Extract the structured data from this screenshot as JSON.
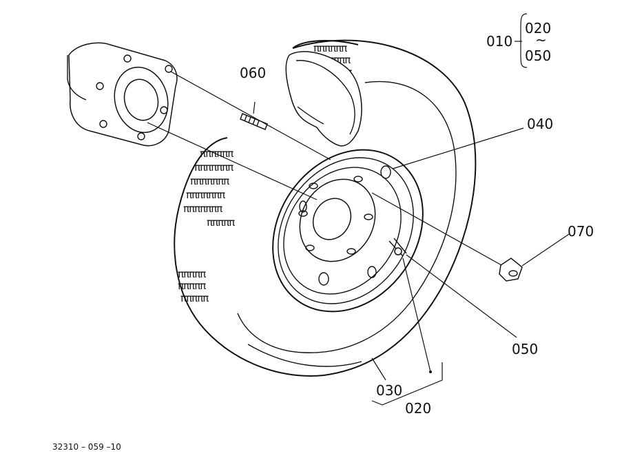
{
  "diagram": {
    "figure_code": "32310 – 059 –10",
    "part_labels": {
      "p010": "010",
      "p020_top": "020",
      "p050_top": "050",
      "range_mark": "~",
      "p060": "060",
      "p040": "040",
      "p070": "070",
      "p050": "050",
      "p030": "030",
      "p020": "020"
    }
  }
}
